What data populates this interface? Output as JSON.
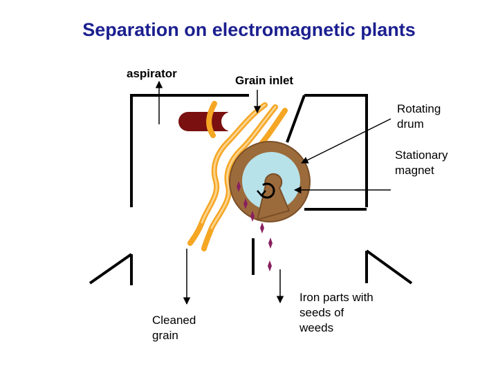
{
  "title": "Separation on electromagnetic plants",
  "labels": {
    "aspirator": "aspirator",
    "grain_inlet": "Grain inlet",
    "rotating_drum": "Rotating drum",
    "stationary_magnet": "Stationary magnet",
    "cleaned_grain": "Cleaned grain",
    "iron_parts": "Iron parts with seeds of weeds"
  },
  "colors": {
    "title": "#1b1f8f",
    "grain_stream": "#f5a623",
    "drum": "#9c6b3c",
    "magnet": "#b7e2ea",
    "aspirator_pipe": "#7a1010",
    "iron_particles": "#8a2060"
  }
}
